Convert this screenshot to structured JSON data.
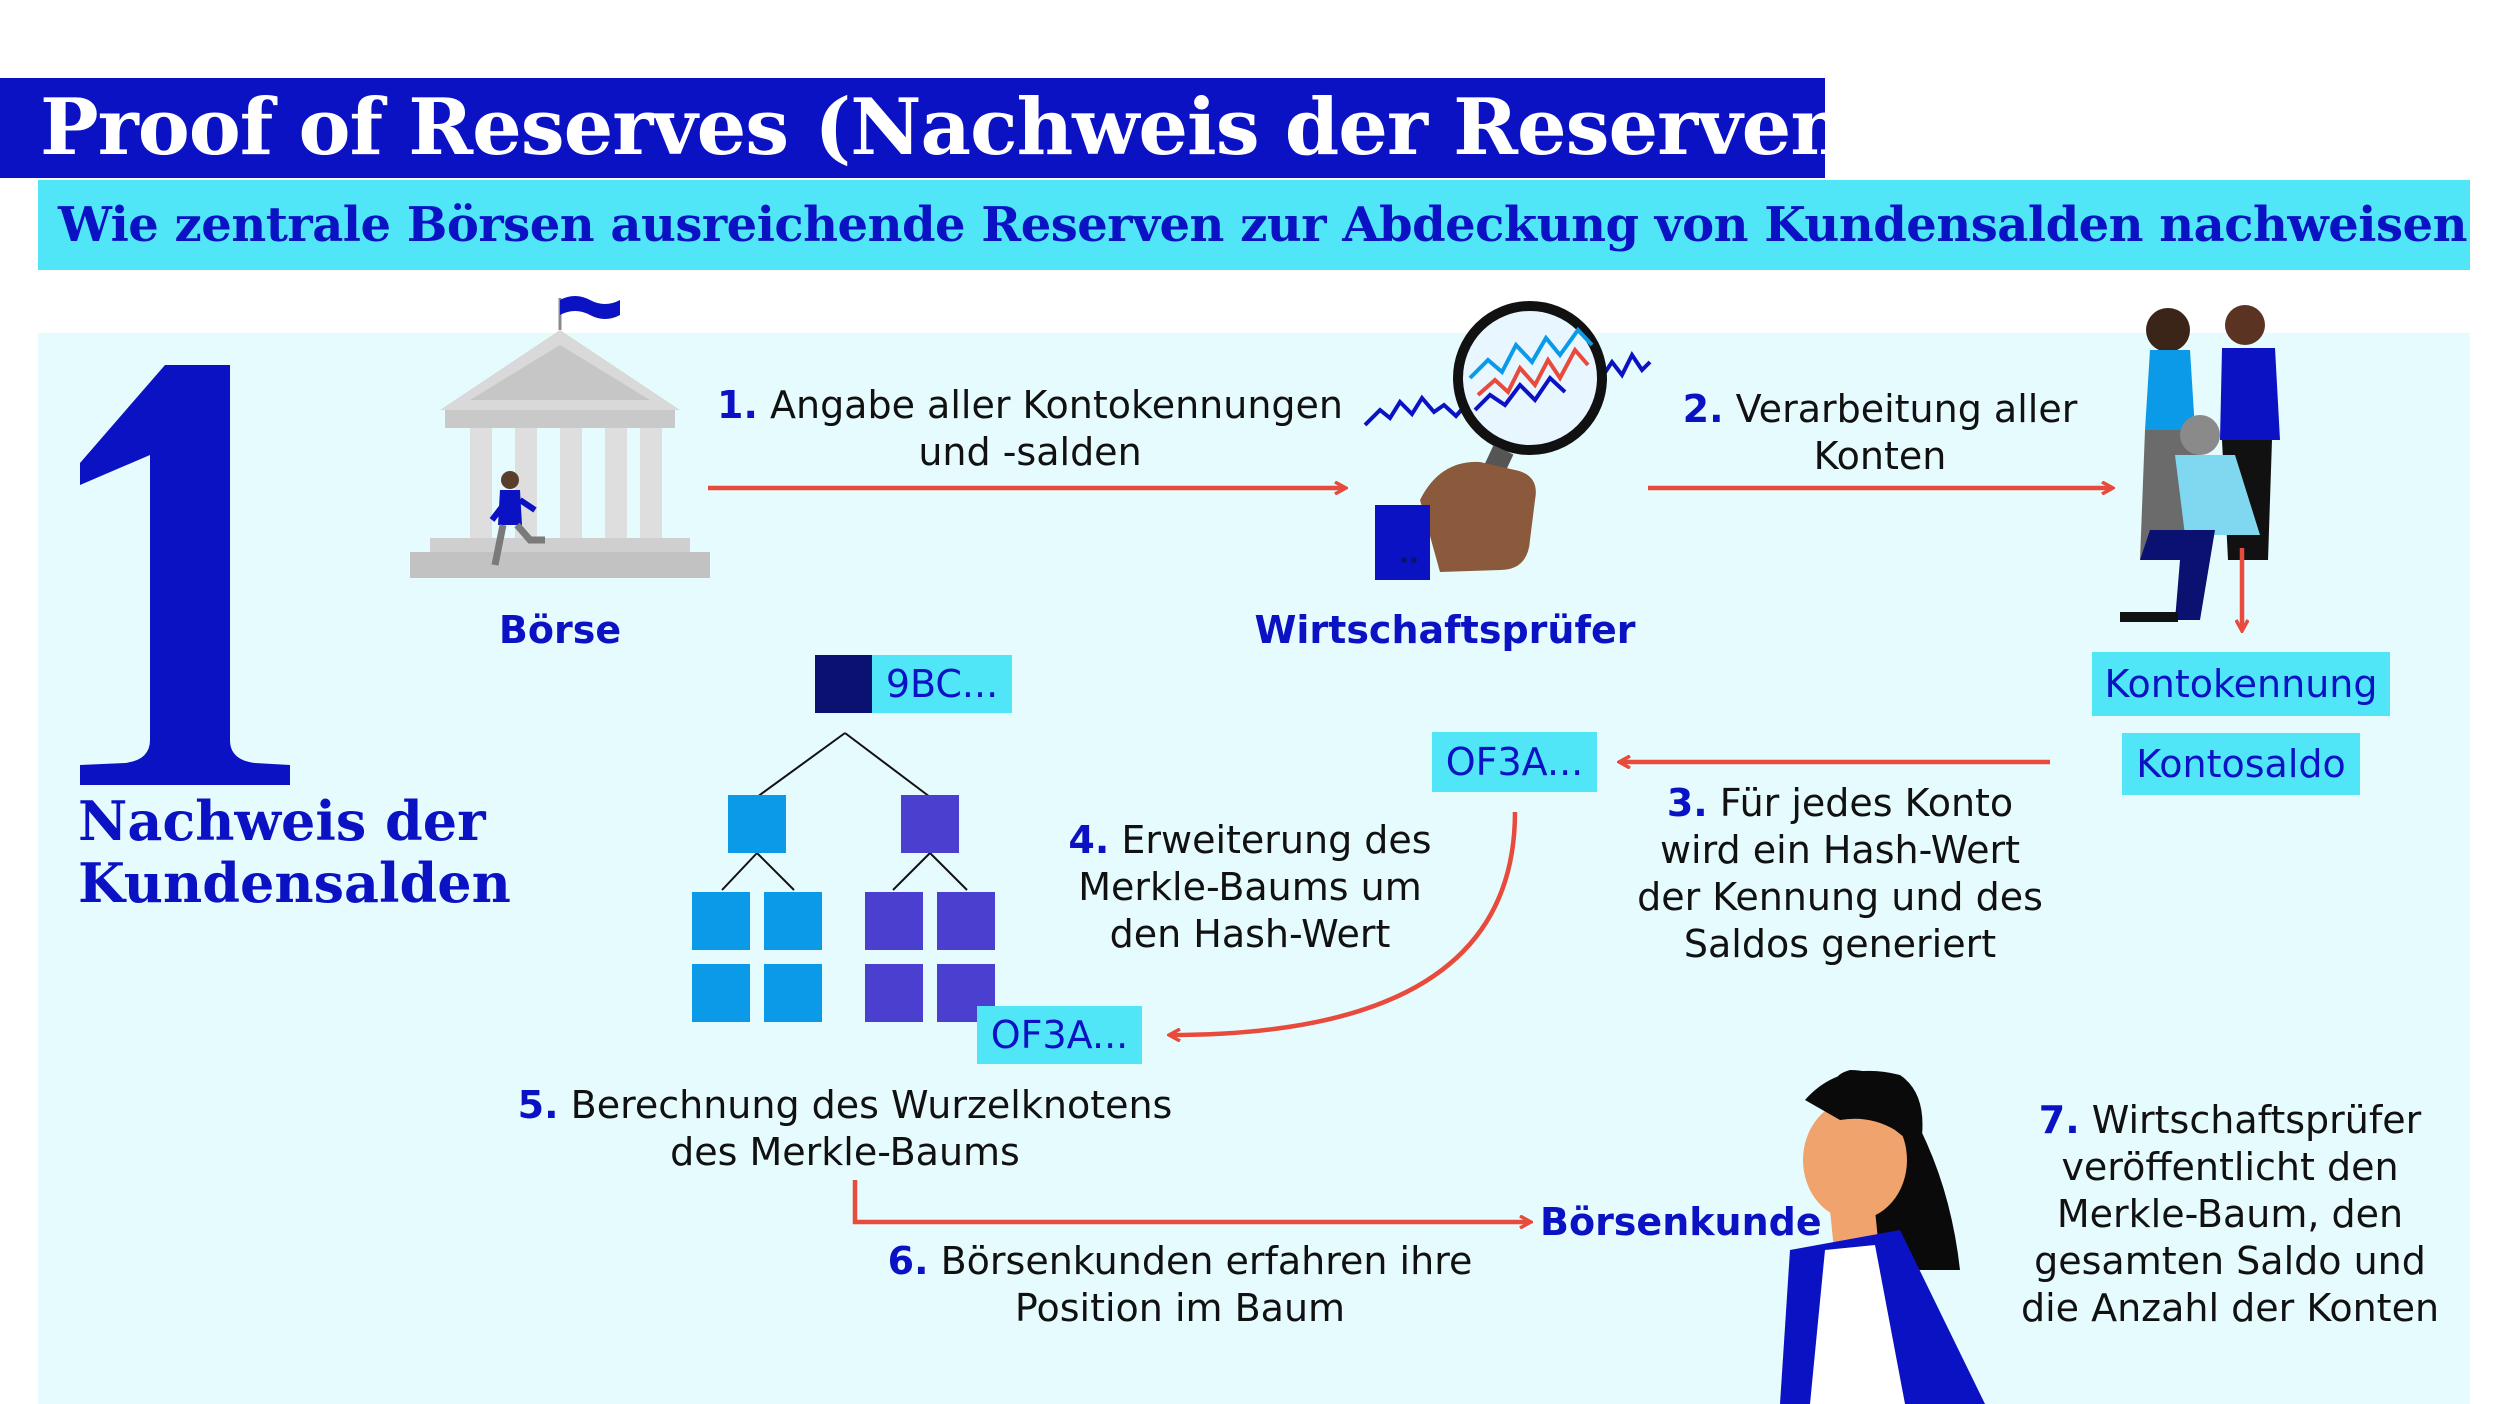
{
  "header": {
    "title": "Proof of Reserves (Nachweis der Reserven)",
    "subtitle": "Wie zentrale Börsen ausreichende Reserven zur Abdeckung von Kundensalden nachweisen"
  },
  "section": {
    "number": "1",
    "title_line1": "Nachweis der",
    "title_line2": "Kundensalden"
  },
  "actors": {
    "exchange": "Börse",
    "auditor": "Wirtschaftsprüfer",
    "customer": "Börsenkunde"
  },
  "tags": {
    "root_hash": "9BC...",
    "hash_a": "OF3A...",
    "hash_b": "OF3A...",
    "account_id": "Kontokennung",
    "account_balance": "Kontosaldo"
  },
  "steps": [
    {
      "num": "1.",
      "line1": "Angabe aller Kontokennungen",
      "line2": "und -salden"
    },
    {
      "num": "2.",
      "line1": "Verarbeitung aller",
      "line2": "Konten"
    },
    {
      "num": "3.",
      "line1": "Für jedes Konto",
      "line2": "wird ein Hash-Wert",
      "line3": "der Kennung und des",
      "line4": "Saldos generiert"
    },
    {
      "num": "4.",
      "line1": "Erweiterung des",
      "line2": "Merkle-Baums um",
      "line3": "den Hash-Wert"
    },
    {
      "num": "5.",
      "line1": "Berechnung des Wurzelknotens",
      "line2": "des Merkle-Baums"
    },
    {
      "num": "6.",
      "line1": "Börsenkunden erfahren ihre",
      "line2": "Position im Baum"
    },
    {
      "num": "7.",
      "line1": "Wirtschaftsprüfer",
      "line2": "veröffentlicht den",
      "line3": "Merkle-Baum, den",
      "line4": "gesamten Saldo und",
      "line5": "die Anzahl der Konten"
    }
  ],
  "colors": {
    "brand_blue": "#0b12c4",
    "cyan": "#51e6f7",
    "panel_bg": "#e6fbfd",
    "arrow_red": "#e84a3c",
    "node_blue": "#0b9ae8",
    "node_purple": "#4a3fcf",
    "root_navy": "#0a1170"
  }
}
